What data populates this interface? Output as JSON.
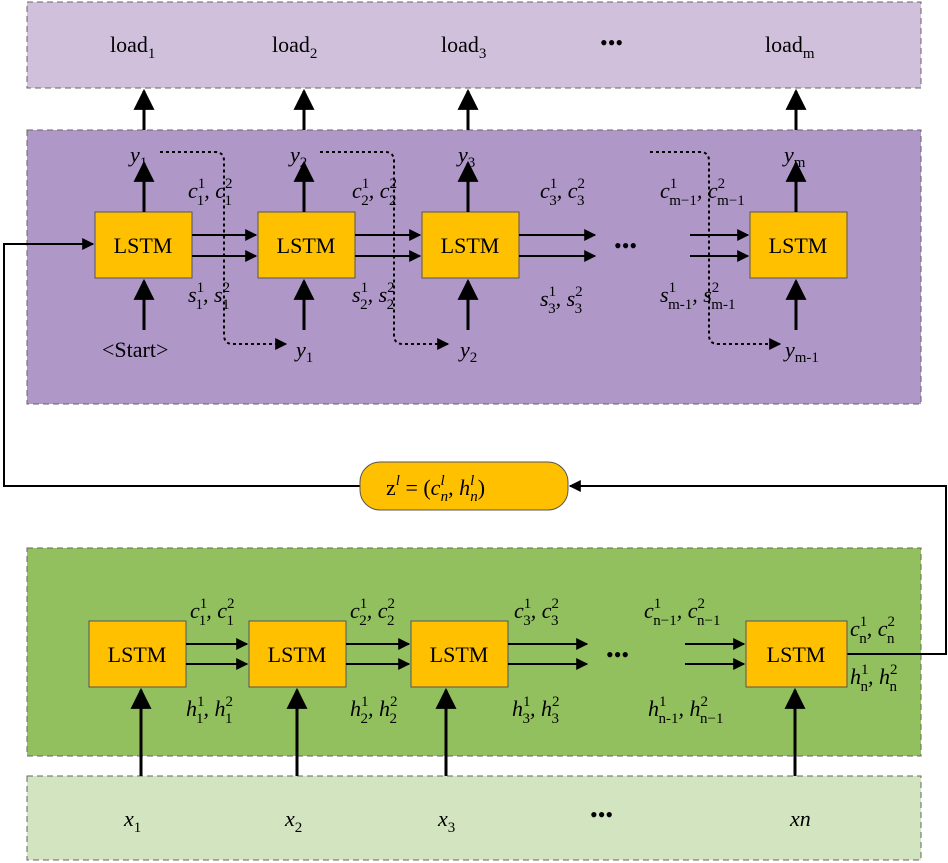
{
  "colors": {
    "load_panel": "#d0c0dc",
    "decoder_panel": "#af98c8",
    "encoder_panel": "#92c05e",
    "input_panel": "#d3e4c0",
    "lstm_box": "#ffc000",
    "latent_box": "#ffc000"
  },
  "loads": [
    {
      "base": "load",
      "sub": "1"
    },
    {
      "base": "load",
      "sub": "2"
    },
    {
      "base": "load",
      "sub": "3"
    },
    {
      "base": "load",
      "sub": "m"
    }
  ],
  "ellipsis": "•••",
  "lstm_label": "LSTM",
  "decoder": {
    "outputs_top": [
      {
        "base": "y",
        "sub": "1"
      },
      {
        "base": "y",
        "sub": "2"
      },
      {
        "base": "y",
        "sub": "3"
      },
      {
        "base": "y",
        "sub": "m"
      }
    ],
    "feedback_inputs": [
      {
        "base": "y",
        "sub": "1"
      },
      {
        "base": "y",
        "sub": "2"
      },
      {
        "base": "y",
        "sub": "m-1"
      }
    ],
    "start_token": "<Start>",
    "c_labels": [
      {
        "a_sup": "1",
        "a_sub": "1",
        "b_sup": "2",
        "b_sub": "1"
      },
      {
        "a_sup": "1",
        "a_sub": "2",
        "b_sup": "2",
        "b_sub": "2"
      },
      {
        "a_sup": "1",
        "a_sub": "3",
        "b_sup": "2",
        "b_sub": "3"
      },
      {
        "a_sup": "1",
        "a_sub": "m−1",
        "b_sup": "2",
        "b_sub": "m−1"
      }
    ],
    "s_labels": [
      {
        "a_sup": "1",
        "a_sub": "1",
        "b_sup": "2",
        "b_sub": "1"
      },
      {
        "a_sup": "1",
        "a_sub": "2",
        "b_sup": "2",
        "b_sub": "2"
      },
      {
        "a_sup": "1",
        "a_sub": "3",
        "b_sup": "2",
        "b_sub": "3"
      },
      {
        "a_sup": "1",
        "a_sub": "m-1",
        "b_sup": "2",
        "b_sub": "m-1"
      }
    ],
    "c_letter": "c",
    "s_letter": "s"
  },
  "latent": {
    "z": "z",
    "sup": "l",
    "eq": " = (",
    "c": "c",
    "c_sup": "l",
    "c_sub": "n",
    "comma": ", ",
    "h": "h",
    "h_sup": "l",
    "h_sub": "n",
    "close": ")"
  },
  "encoder": {
    "c_labels": [
      {
        "a_sup": "1",
        "a_sub": "1",
        "b_sup": "2",
        "b_sub": "1"
      },
      {
        "a_sup": "1",
        "a_sub": "2",
        "b_sup": "2",
        "b_sub": "2"
      },
      {
        "a_sup": "1",
        "a_sub": "3",
        "b_sup": "2",
        "b_sub": "3"
      },
      {
        "a_sup": "1",
        "a_sub": "n−1",
        "b_sup": "2",
        "b_sub": "n−1"
      },
      {
        "a_sup": "1",
        "a_sub": "n",
        "b_sup": "2",
        "b_sub": "n"
      }
    ],
    "h_labels": [
      {
        "a_sup": "1",
        "a_sub": "1",
        "b_sup": "2",
        "b_sub": "1"
      },
      {
        "a_sup": "1",
        "a_sub": "2",
        "b_sup": "2",
        "b_sub": "2"
      },
      {
        "a_sup": "1",
        "a_sub": "3",
        "b_sup": "2",
        "b_sub": "3"
      },
      {
        "a_sup": "1",
        "a_sub": "n-1",
        "b_sup": "2",
        "b_sub": "n−1"
      },
      {
        "a_sup": "1",
        "a_sub": "n",
        "b_sup": "2",
        "b_sub": "n"
      }
    ],
    "c_letter": "c",
    "h_letter": "h"
  },
  "inputs": [
    {
      "base": "x",
      "sub": "1"
    },
    {
      "base": "x",
      "sub": "2"
    },
    {
      "base": "x",
      "sub": "3"
    },
    {
      "base": "xn",
      "sub": ""
    }
  ]
}
